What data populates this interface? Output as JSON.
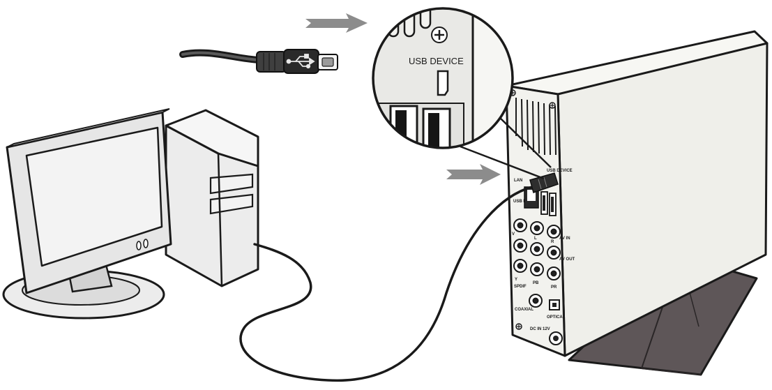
{
  "callout": {
    "usb_device_label": "USB DEVICE"
  },
  "panel_labels": {
    "usb_device": "USB DEVICE",
    "lan": "LAN",
    "usb_host": "USB HOST",
    "av_in": "AV IN",
    "av_out": "AV OUT",
    "spdif": "SPDIF",
    "coaxial": "COAXIAL",
    "optical": "OPTICAL",
    "dc_in": "DC IN 12V",
    "y": "Y",
    "pb": "PB",
    "pr": "PR",
    "l": "L",
    "r": "R",
    "v": "V"
  },
  "colors": {
    "arrow": "#8c8c8c",
    "outline": "#1a1a1a",
    "device_body": "#efefea",
    "stand": "#5e5658",
    "screen": "#f3f3f3",
    "computer_body": "#ececec"
  }
}
